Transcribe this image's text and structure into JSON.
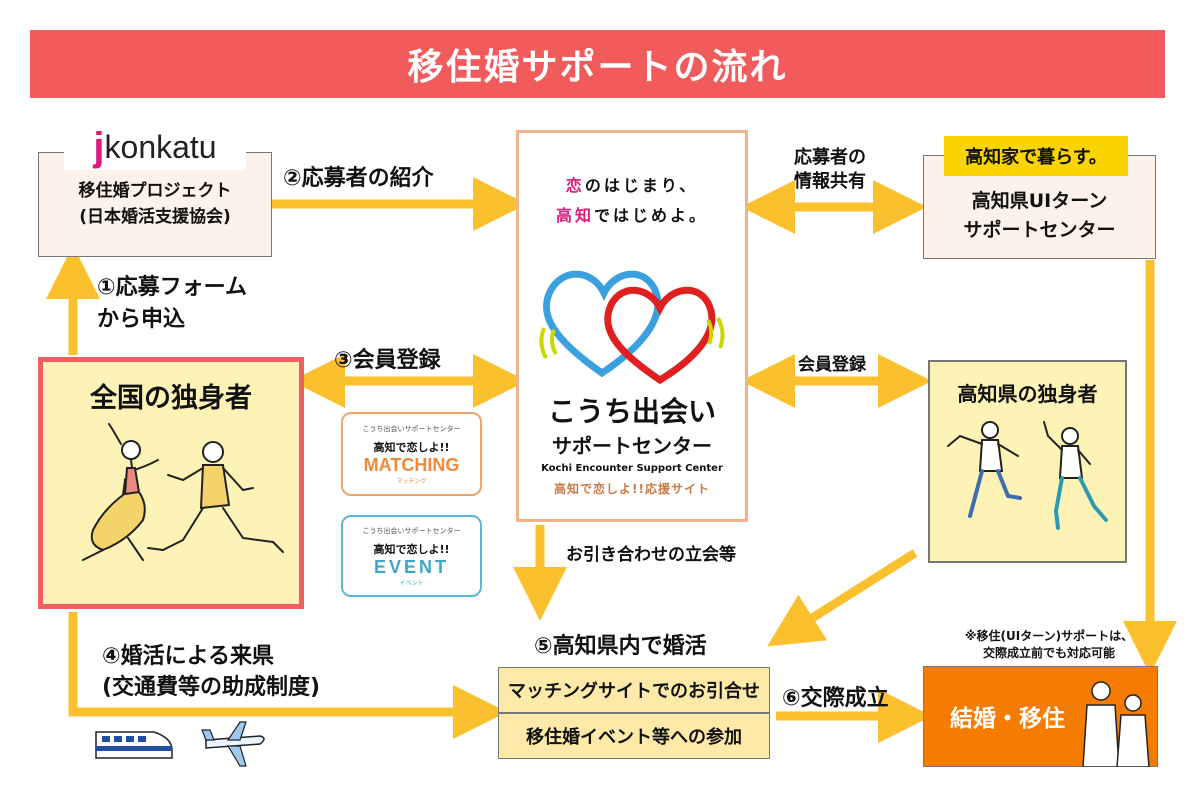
{
  "title": "移住婚サポートの流れ",
  "jkonkatu": {
    "logo_j": "j",
    "logo_text": "konkatu",
    "line1": "移住婚プロジェクト",
    "line2": "(日本婚活支援協会)"
  },
  "kochi_center": {
    "logo_text": "高知家で暮らす。",
    "line1": "高知県UIターン",
    "line2": "サポートセンター"
  },
  "steps": {
    "s1_line1": "①応募フォーム",
    "s1_line2": "から申込",
    "s2": "②応募者の紹介",
    "s3": "③会員登録",
    "s4_line1": "④婚活による来県",
    "s4_line2": "(交通費等の助成制度)",
    "s5": "⑤高知県内で婚活",
    "s6": "⑥交際成立"
  },
  "info_share": {
    "line1": "応募者の",
    "line2": "情報共有"
  },
  "member_reg_right": "会員登録",
  "meeting_label": "お引き合わせの立会等",
  "national_singles": "全国の独身者",
  "kochi_singles": "高知県の独身者",
  "center_card": {
    "tag1_pre": "恋",
    "tag1_post": "のはじまり、",
    "tag2_pre": "高知",
    "tag2_post": "ではじめよ。",
    "name1": "こうち出会い",
    "name2": "サポートセンター",
    "english": "Kochi Encounter Support Center",
    "sub": "高知で恋しよ!!応援サイト"
  },
  "matching_card": {
    "small": "こうち出会いサポートセンター",
    "line1": "高知で恋しよ!!",
    "big": "MATCHING",
    "kana": "マッチング"
  },
  "event_card": {
    "small": "こうち出会いサポートセンター",
    "line1": "高知で恋しよ!!",
    "big": "EVENT",
    "kana": "イベント"
  },
  "activities": {
    "a1": "マッチングサイトでのお引合せ",
    "a2": "移住婚イベント等への参加"
  },
  "note": {
    "line1": "※移住(UIターン)サポートは、",
    "line2": "交際成立前でも対応可能"
  },
  "result": "結婚・移住",
  "colors": {
    "banner": "#f25b5b",
    "arrow": "#fbc02d",
    "result_bg": "#f57c00",
    "national_border": "#f06060",
    "singles_bg": "#fdf3b6",
    "heart_blue": "#3aa0e0",
    "heart_red": "#e02020"
  }
}
